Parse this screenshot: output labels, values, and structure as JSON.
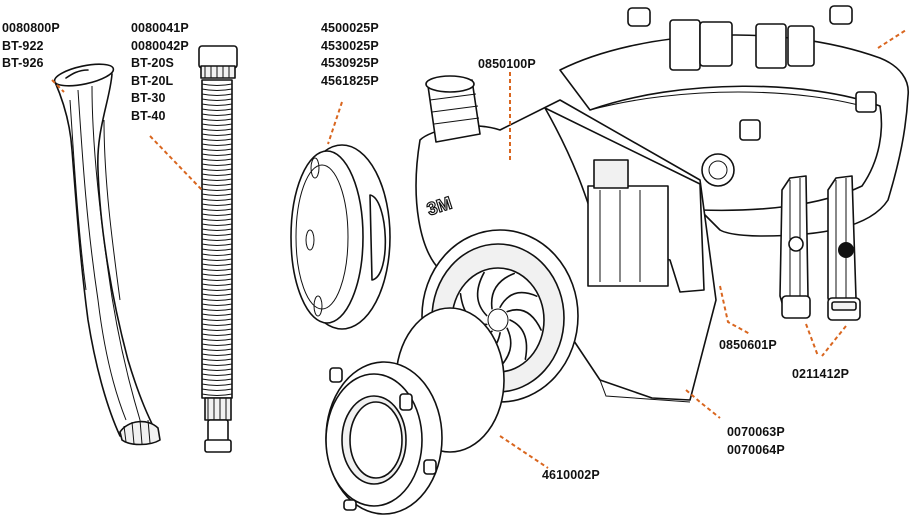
{
  "leader_color": "#d9661f",
  "parts": {
    "cover": {
      "codes": [
        "0080800P",
        "BT-922",
        "BT-926"
      ]
    },
    "hose": {
      "codes": [
        "0080041P",
        "0080042P",
        "BT-20S",
        "BT-20L",
        "BT-30",
        "BT-40"
      ]
    },
    "filter": {
      "codes": [
        "4500025P",
        "4530025P",
        "4530925P",
        "4561825P"
      ]
    },
    "blower": {
      "codes": [
        "0850100P"
      ]
    },
    "belt": {
      "codes": [
        "0850601P"
      ]
    },
    "flow": {
      "codes": [
        "0211412P"
      ]
    },
    "battery": {
      "codes": [
        "0070063P",
        "0070064P"
      ]
    },
    "prefilter": {
      "codes": [
        "4610002P"
      ]
    }
  },
  "logo_text": "3M"
}
